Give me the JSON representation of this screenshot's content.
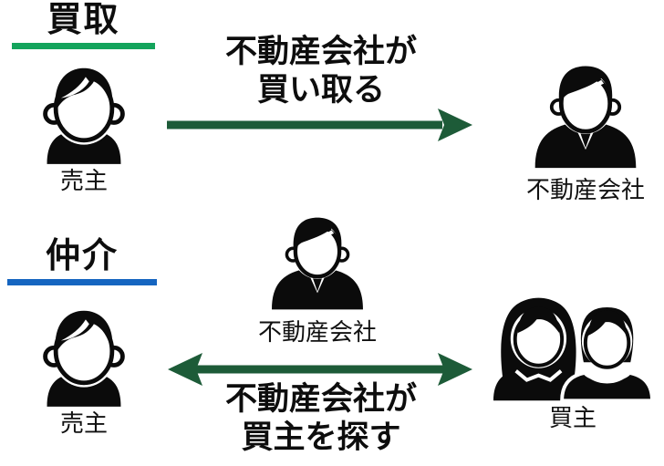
{
  "diagram": {
    "colors": {
      "kaitori_underline": "#14a45c",
      "chukai_underline": "#1565c0",
      "arrow": "#1d5b38",
      "icon_black": "#0b0b0b"
    },
    "kaitori": {
      "heading": "買取",
      "caption_line1": "不動産会社が",
      "caption_line2": "買い取る",
      "seller_label": "売主",
      "company_label": "不動産会社"
    },
    "chukai": {
      "heading": "仲介",
      "caption_line1": "不動産会社が",
      "caption_line2": "買主を探す",
      "seller_label": "売主",
      "company_label": "不動産会社",
      "buyer_label": "買主"
    },
    "icons": {
      "seller": "person-icon",
      "realtor": "businessman-icon",
      "buyers": "couple-icon",
      "kaitori_arrow": "arrow-right-icon",
      "chukai_arrow": "arrow-left-right-icon"
    }
  }
}
